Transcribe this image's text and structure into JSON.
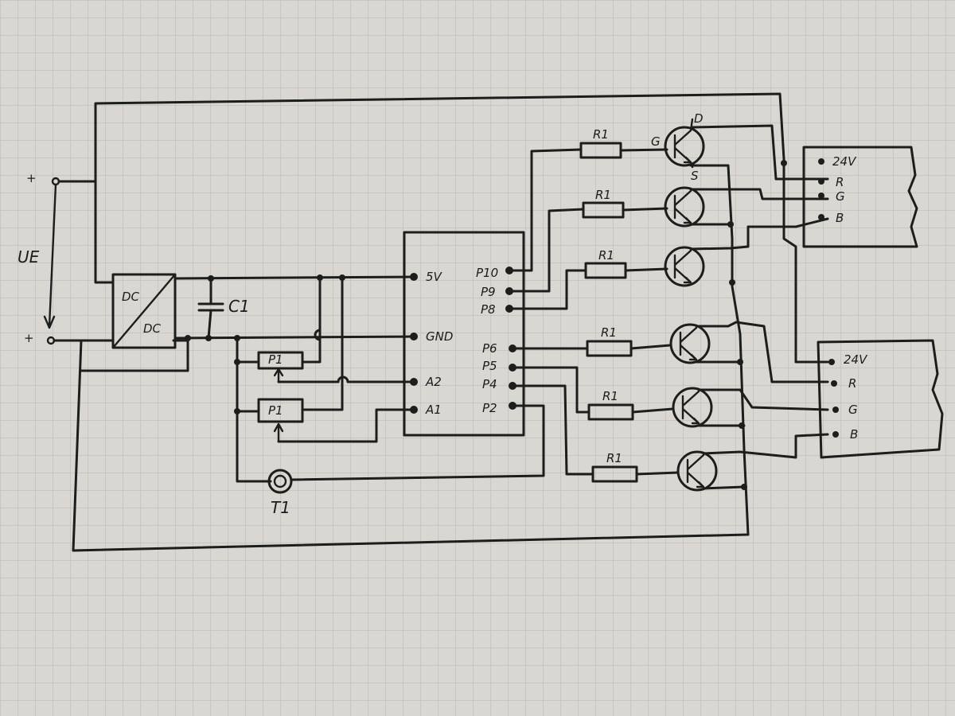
{
  "input": {
    "plus_top": "+",
    "plus_bottom": "+",
    "voltage": "UE"
  },
  "converter": {
    "top": "DC",
    "bottom": "DC"
  },
  "capacitor": {
    "label": "C1"
  },
  "potentiometers": [
    "P1",
    "P1"
  ],
  "button": {
    "label": "T1"
  },
  "controller": {
    "left_pins": [
      "5V",
      "GND",
      "A2",
      "A1"
    ],
    "right_pins": [
      "P10",
      "P9",
      "P8",
      "P6",
      "P5",
      "P4",
      "P2"
    ]
  },
  "resistors": [
    "R1",
    "R1",
    "R1",
    "R1",
    "R1",
    "R1"
  ],
  "transistor_pins": {
    "gate": "G",
    "drain": "D",
    "source": "S"
  },
  "strip_top": {
    "labels": [
      "24V",
      "R",
      "G",
      "B"
    ]
  },
  "strip_bottom": {
    "labels": [
      "24V",
      "R",
      "G",
      "B"
    ]
  },
  "colors": {
    "paper": "#d9d7d2",
    "grid": "#b9b7b2",
    "ink": "#1d1d1d"
  }
}
